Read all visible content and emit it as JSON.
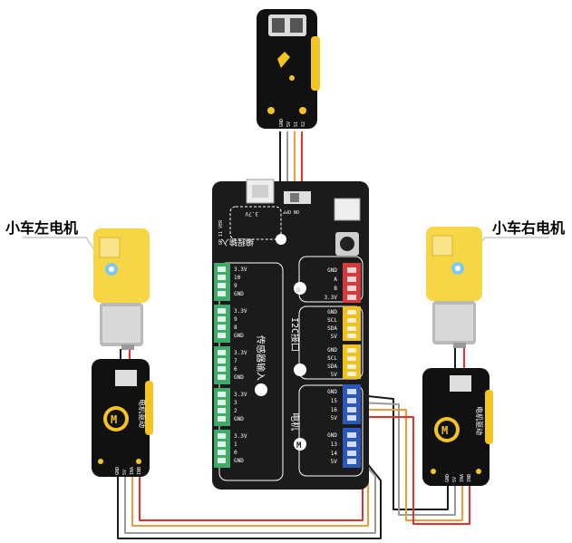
{
  "labels": {
    "left_motor": "小车左电机",
    "right_motor": "小车右电机"
  },
  "colors": {
    "board": "#1b1b1b",
    "module": "#111111",
    "accent_yellow": "#f3c423",
    "motor_yellow": "#f6d645",
    "header_green": "#3faa6a",
    "header_red": "#d63a3a",
    "header_yellow": "#f0c01e",
    "header_blue": "#2a57b8",
    "wire_red": "#e8302a",
    "wire_orange": "#f29a3a",
    "wire_gray": "#9a9a9a",
    "wire_black": "#1a1a1a"
  },
  "top_module": {
    "pins": [
      "GND",
      "5V",
      "S1",
      "S2"
    ]
  },
  "main_board": {
    "battery_label": "3.7V",
    "power_label": "ON OFF",
    "side_label": "GR 11 VER",
    "input_title": "编程输入",
    "sensor_title": "传感器输入",
    "i2c_title": "I2C接口",
    "motor_title": "电机",
    "red_header": [
      "GND",
      "A",
      "B",
      "3.3V"
    ],
    "i2c_header_1": [
      "GND",
      "SCL",
      "SDA",
      "5V"
    ],
    "i2c_header_2": [
      "GND",
      "SCL",
      "SDA",
      "5V"
    ],
    "motor_header_1": [
      "GND",
      "15",
      "16",
      "5V"
    ],
    "motor_header_2": [
      "GND",
      "13",
      "14",
      "5V"
    ],
    "green_header_0": [
      "3.3V",
      "10",
      "9",
      "GND"
    ],
    "green_header_1": [
      "3.3V",
      "9",
      "8",
      "GND"
    ],
    "green_header_2": [
      "3.3V",
      "7",
      "6",
      "GND"
    ],
    "green_header_3": [
      "3.3V",
      "3",
      "2",
      "GND"
    ],
    "green_header_4": [
      "3.3V",
      "1",
      "0",
      "GND"
    ]
  },
  "motor_driver_left": {
    "title": "电机驱动",
    "pins": [
      "GND",
      "5V",
      "INA",
      "INB"
    ]
  },
  "motor_driver_right": {
    "title": "电机驱动",
    "pins": [
      "GND",
      "5V",
      "INA",
      "INB"
    ]
  }
}
